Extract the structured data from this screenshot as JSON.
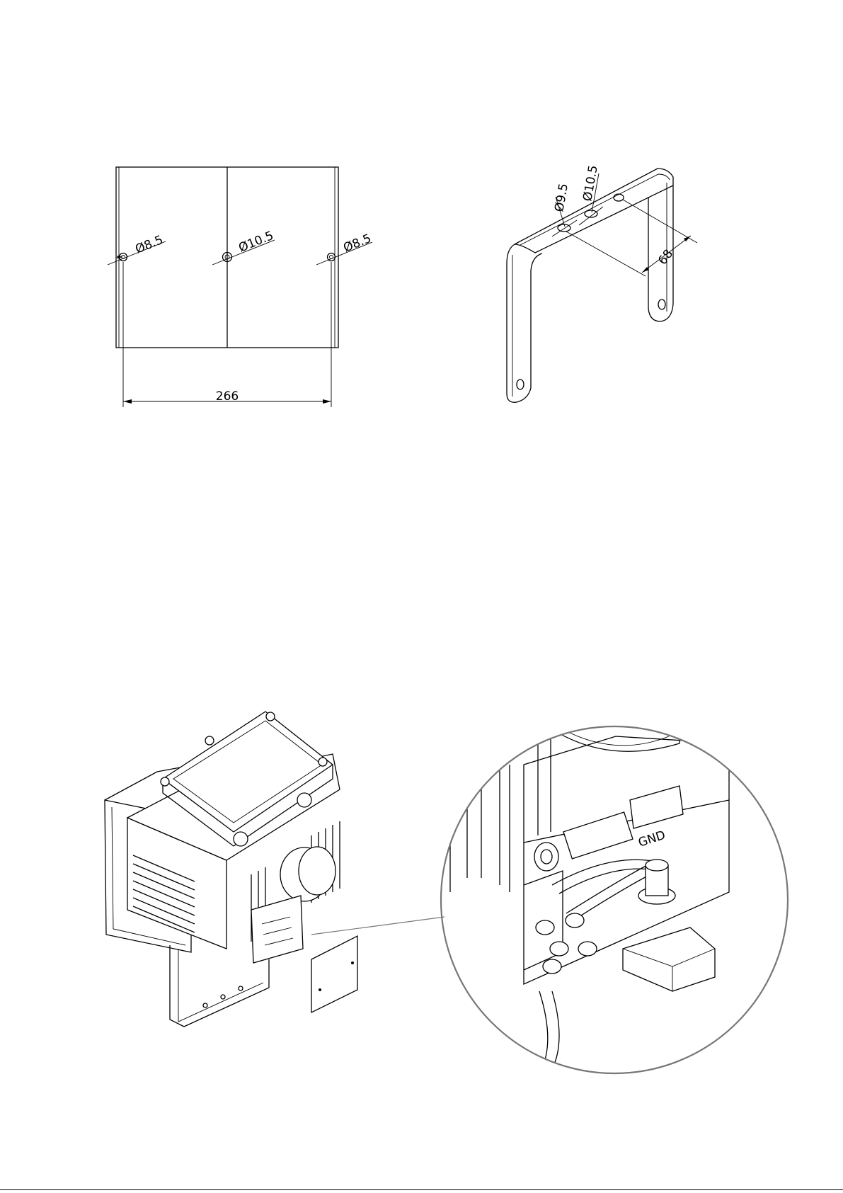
{
  "drawing": {
    "plate_front_view": {
      "hole_left": "Ø8.5",
      "hole_center": "Ø10.5",
      "hole_right": "Ø8.5",
      "width_dimension": "266"
    },
    "bracket_view": {
      "hole_small": "Ø9.5",
      "hole_large": "Ø10.5",
      "spacing_dimension": "68"
    },
    "detail_view": {
      "ground_label": "GND"
    }
  },
  "colors": {
    "line": "#000000",
    "detail_circle": "#777777",
    "background": "#ffffff"
  }
}
